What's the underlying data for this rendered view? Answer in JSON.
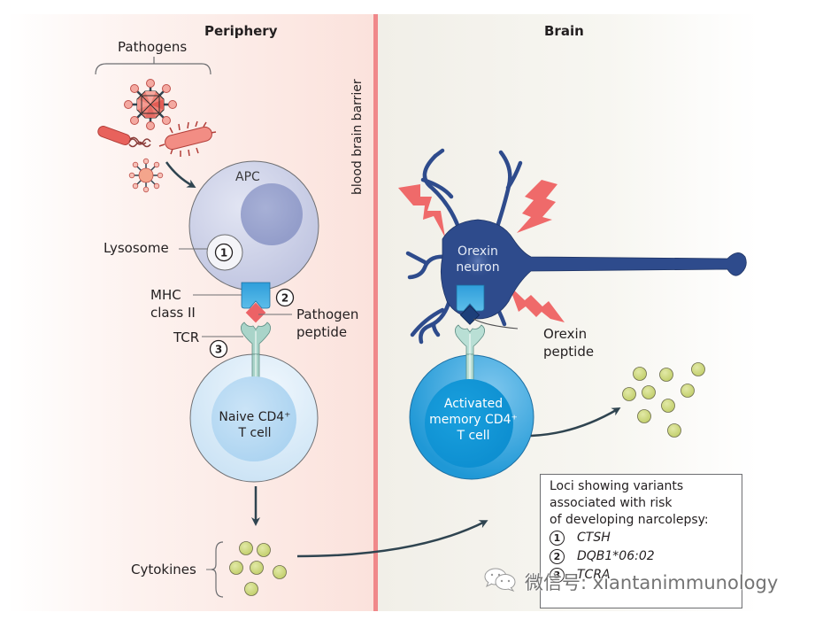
{
  "figure": {
    "panels": {
      "periphery": {
        "title": "Periphery"
      },
      "brain": {
        "title": "Brain"
      }
    },
    "barrier_label": "blood brain barrier",
    "periphery": {
      "pathogens_label": "Pathogens",
      "apc_label": "APC",
      "lysosome_label": "Lysosome",
      "mhc_label_line1": "MHC",
      "mhc_label_line2": "class II",
      "pathogen_peptide_line1": "Pathogen",
      "pathogen_peptide_line2": "peptide",
      "tcr_label": "TCR",
      "naive_cell_line1": "Naive CD4⁺",
      "naive_cell_line2": "T cell",
      "cytokines_label": "Cytokines",
      "markers": {
        "one": "1",
        "two": "2",
        "three": "3"
      }
    },
    "brain": {
      "neuron_line1": "Orexin",
      "neuron_line2": "neuron",
      "orexin_peptide_line1": "Orexin",
      "orexin_peptide_line2": "peptide",
      "activated_cell_line1": "Activated",
      "activated_cell_line2": "memory CD4⁺",
      "activated_cell_line3": "T cell"
    },
    "colors": {
      "periphery_bg": "#fde8e4",
      "brain_bg": "#f3f1ea",
      "barrier": "#f0888a",
      "apc": "#c9cde6",
      "apc_nucleus": "#9ea7cf",
      "naive_cell": "#cfe6f7",
      "activated_cell": "#1a9ad6",
      "neuron": "#2e4b8c",
      "cytokine": "#cbd67e",
      "pathogen": "#e8746c",
      "mhc": "#3aa6dd",
      "tcr": "#a9d4c9",
      "lightning": "#ef6a6a",
      "arrow": "#2f4450"
    }
  },
  "loci_box": {
    "heading_line1": "Loci showing variants",
    "heading_line2": "associated with risk",
    "heading_line3": "of developing narcolepsy:",
    "loci": [
      {
        "num": "1",
        "gene": "CTSH"
      },
      {
        "num": "2",
        "gene": "DQB1*06:02"
      },
      {
        "num": "3",
        "gene": "TCRA"
      }
    ]
  },
  "watermark": {
    "icon": "wechat-icon",
    "text": "微信号: xiantanimmunology"
  }
}
